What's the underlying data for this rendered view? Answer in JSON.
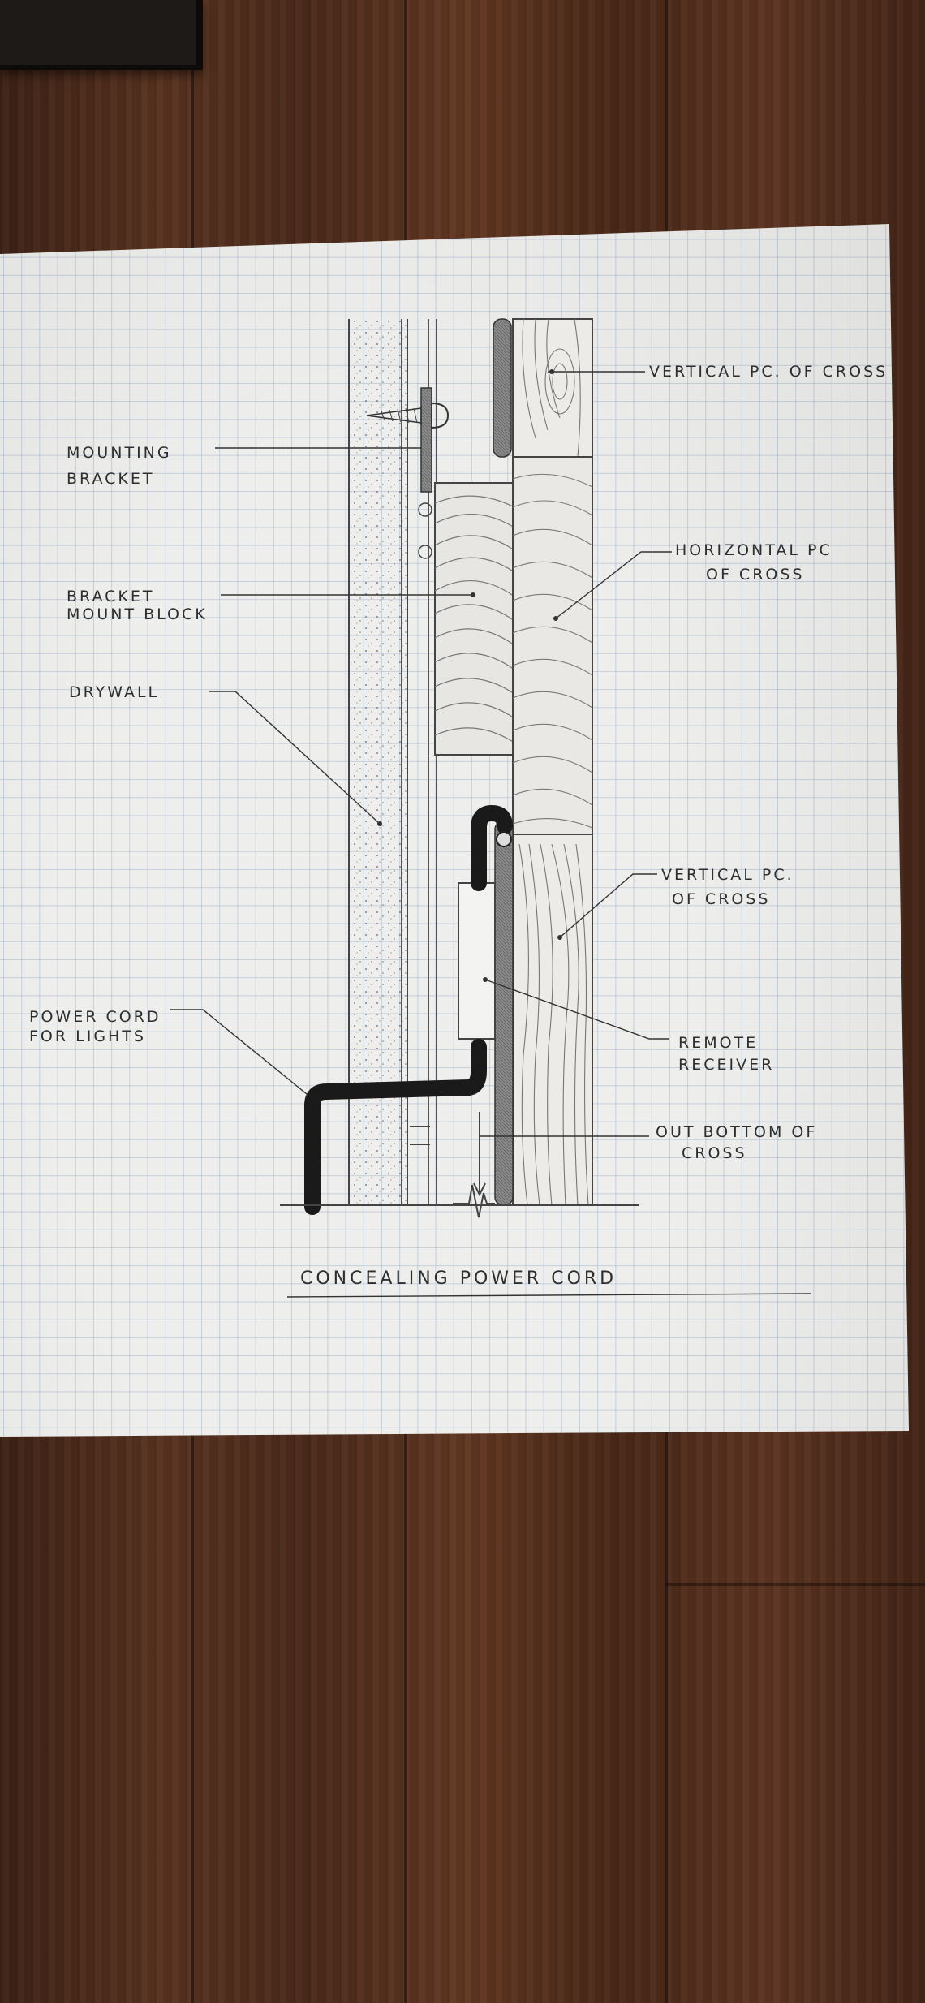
{
  "labels": {
    "vertical_pc_top": "Vertical Pc. of Cross",
    "mounting_bracket": [
      "Mounting",
      "Bracket"
    ],
    "horizontal_pc": [
      "Horizontal Pc",
      "of cross"
    ],
    "bracket_mount_block": [
      "Bracket",
      "Mount Block"
    ],
    "drywall": "Drywall",
    "vertical_pc_lower": [
      "Vertical Pc.",
      "of cross"
    ],
    "power_cord": [
      "Power Cord",
      "for lights"
    ],
    "remote_receiver": [
      "Remote",
      "Receiver"
    ],
    "out_bottom": [
      "Out bottom of",
      "Cross"
    ]
  },
  "title": "Concealing Power Cord",
  "colors": {
    "pencil": "#3a3a3a",
    "cord": "#1a1a1a",
    "paper": "#eeeeec",
    "grid": "#96aac8",
    "table_wood": "#4a2a1a"
  }
}
